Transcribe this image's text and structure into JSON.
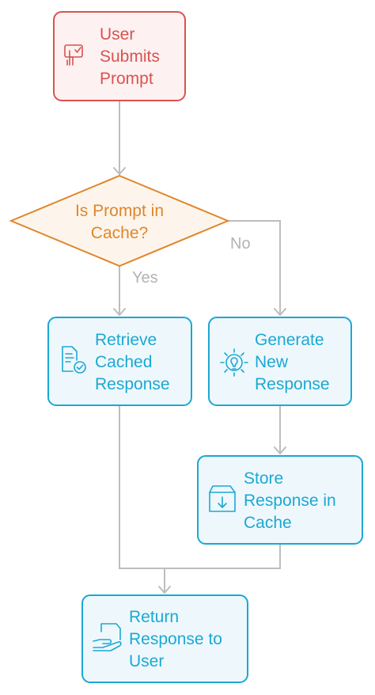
{
  "nodes": {
    "start": {
      "lines": [
        "User",
        "Submits",
        "Prompt"
      ],
      "icon": "hand-pointer-icon"
    },
    "decision": {
      "lines": [
        "Is Prompt in",
        "Cache?"
      ]
    },
    "retrieve": {
      "lines": [
        "Retrieve",
        "Cached",
        "Response"
      ],
      "icon": "document-check-icon"
    },
    "generate": {
      "lines": [
        "Generate",
        "New",
        "Response"
      ],
      "icon": "lightbulb-gear-icon"
    },
    "store": {
      "lines": [
        "Store",
        "Response in",
        "Cache"
      ],
      "icon": "box-download-icon"
    },
    "return": {
      "lines": [
        "Return",
        "Response to",
        "User"
      ],
      "icon": "hand-document-icon"
    }
  },
  "edges": {
    "no_label": "No",
    "yes_label": "Yes"
  },
  "colors": {
    "start": "#d9534f",
    "start_fill": "#fdf1f1",
    "decision": "#e0862a",
    "decision_fill": "#fdf5ec",
    "process": "#1ba8d4",
    "process_fill": "#eef8fc",
    "connector": "#bdbdbd"
  }
}
